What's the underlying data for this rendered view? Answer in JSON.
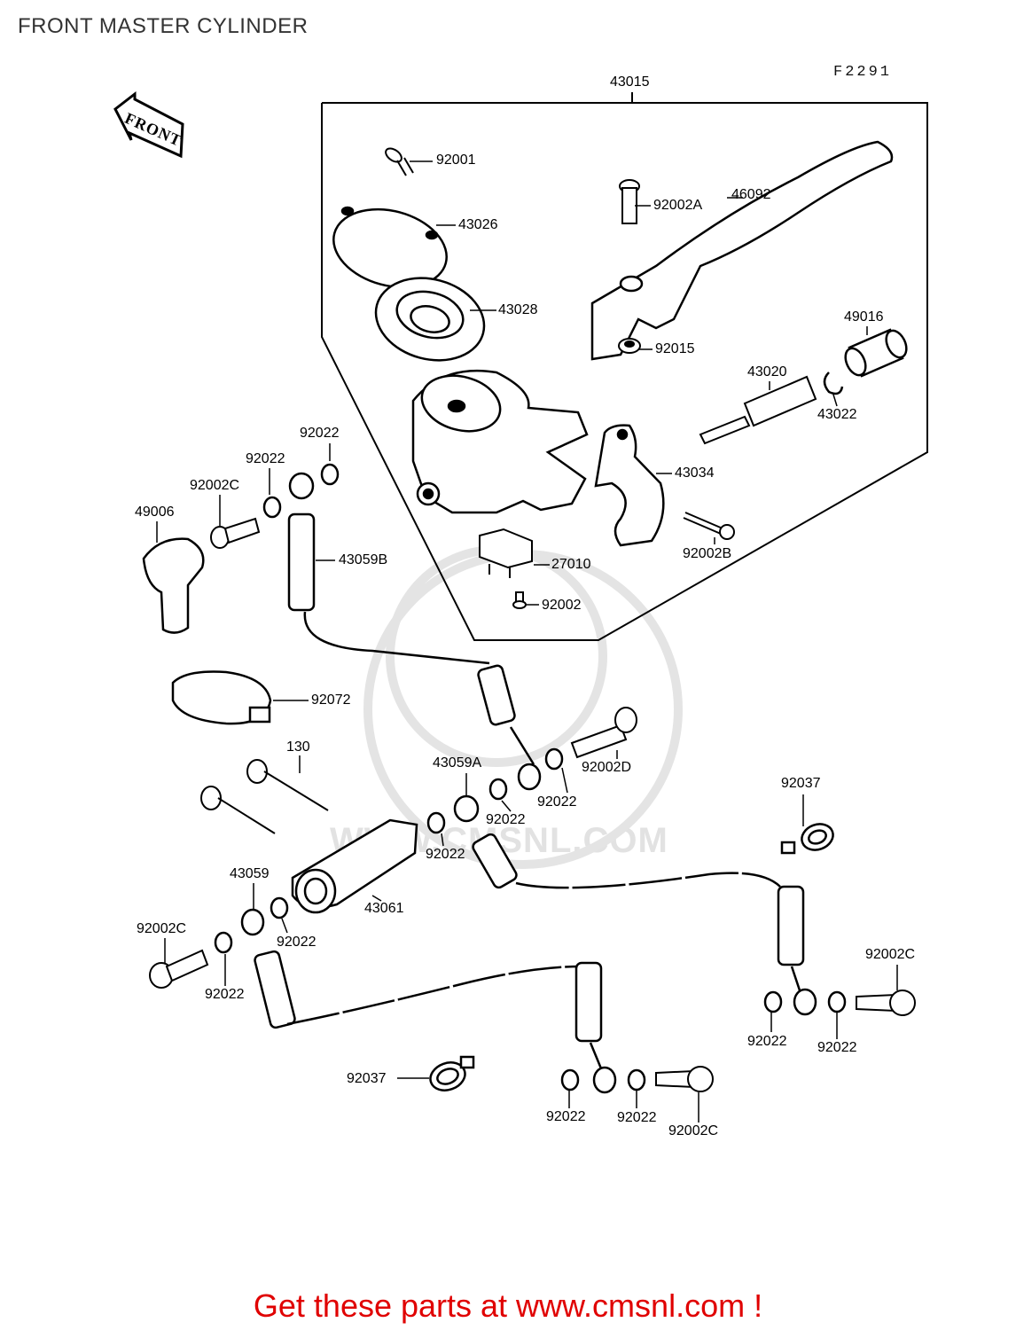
{
  "page": {
    "title": "FRONT MASTER CYLINDER",
    "figure_code": "F2291",
    "front_tag": "FRONT",
    "watermark_text": "WWW.CMSNL.COM",
    "footer_text": "Get these parts at www.cmsnl.com !"
  },
  "colors": {
    "ink": "#000000",
    "watermark": "#e2e2e2",
    "footer": "#e00000"
  },
  "labels": {
    "p43015": "43015",
    "p92001": "92001",
    "p43026": "43026",
    "p92002a": "92002A",
    "p46092": "46092",
    "p43028": "43028",
    "p92015": "92015",
    "p49016": "49016",
    "p43020": "43020",
    "p43022": "43022",
    "p43034": "43034",
    "p92002b": "92002B",
    "p27010": "27010",
    "p92002": "92002",
    "p92022_a": "92022",
    "p92022_b": "92022",
    "p92002c_a": "92002C",
    "p49006": "49006",
    "p43059b": "43059B",
    "p92072": "92072",
    "p130": "130",
    "p43059a": "43059A",
    "p92022_c": "92022",
    "p92002d": "92002D",
    "p92022_d": "92022",
    "p92022_e": "92022",
    "p92037_a": "92037",
    "p43059": "43059",
    "p43061": "43061",
    "p92022_f": "92022",
    "p92002c_b": "92002C",
    "p92022_g": "92022",
    "p92002c_c": "92002C",
    "p92022_h": "92022",
    "p92022_i": "92022",
    "p92037_b": "92037",
    "p92022_j": "92022",
    "p92022_k": "92022",
    "p92002c_d": "92002C"
  }
}
